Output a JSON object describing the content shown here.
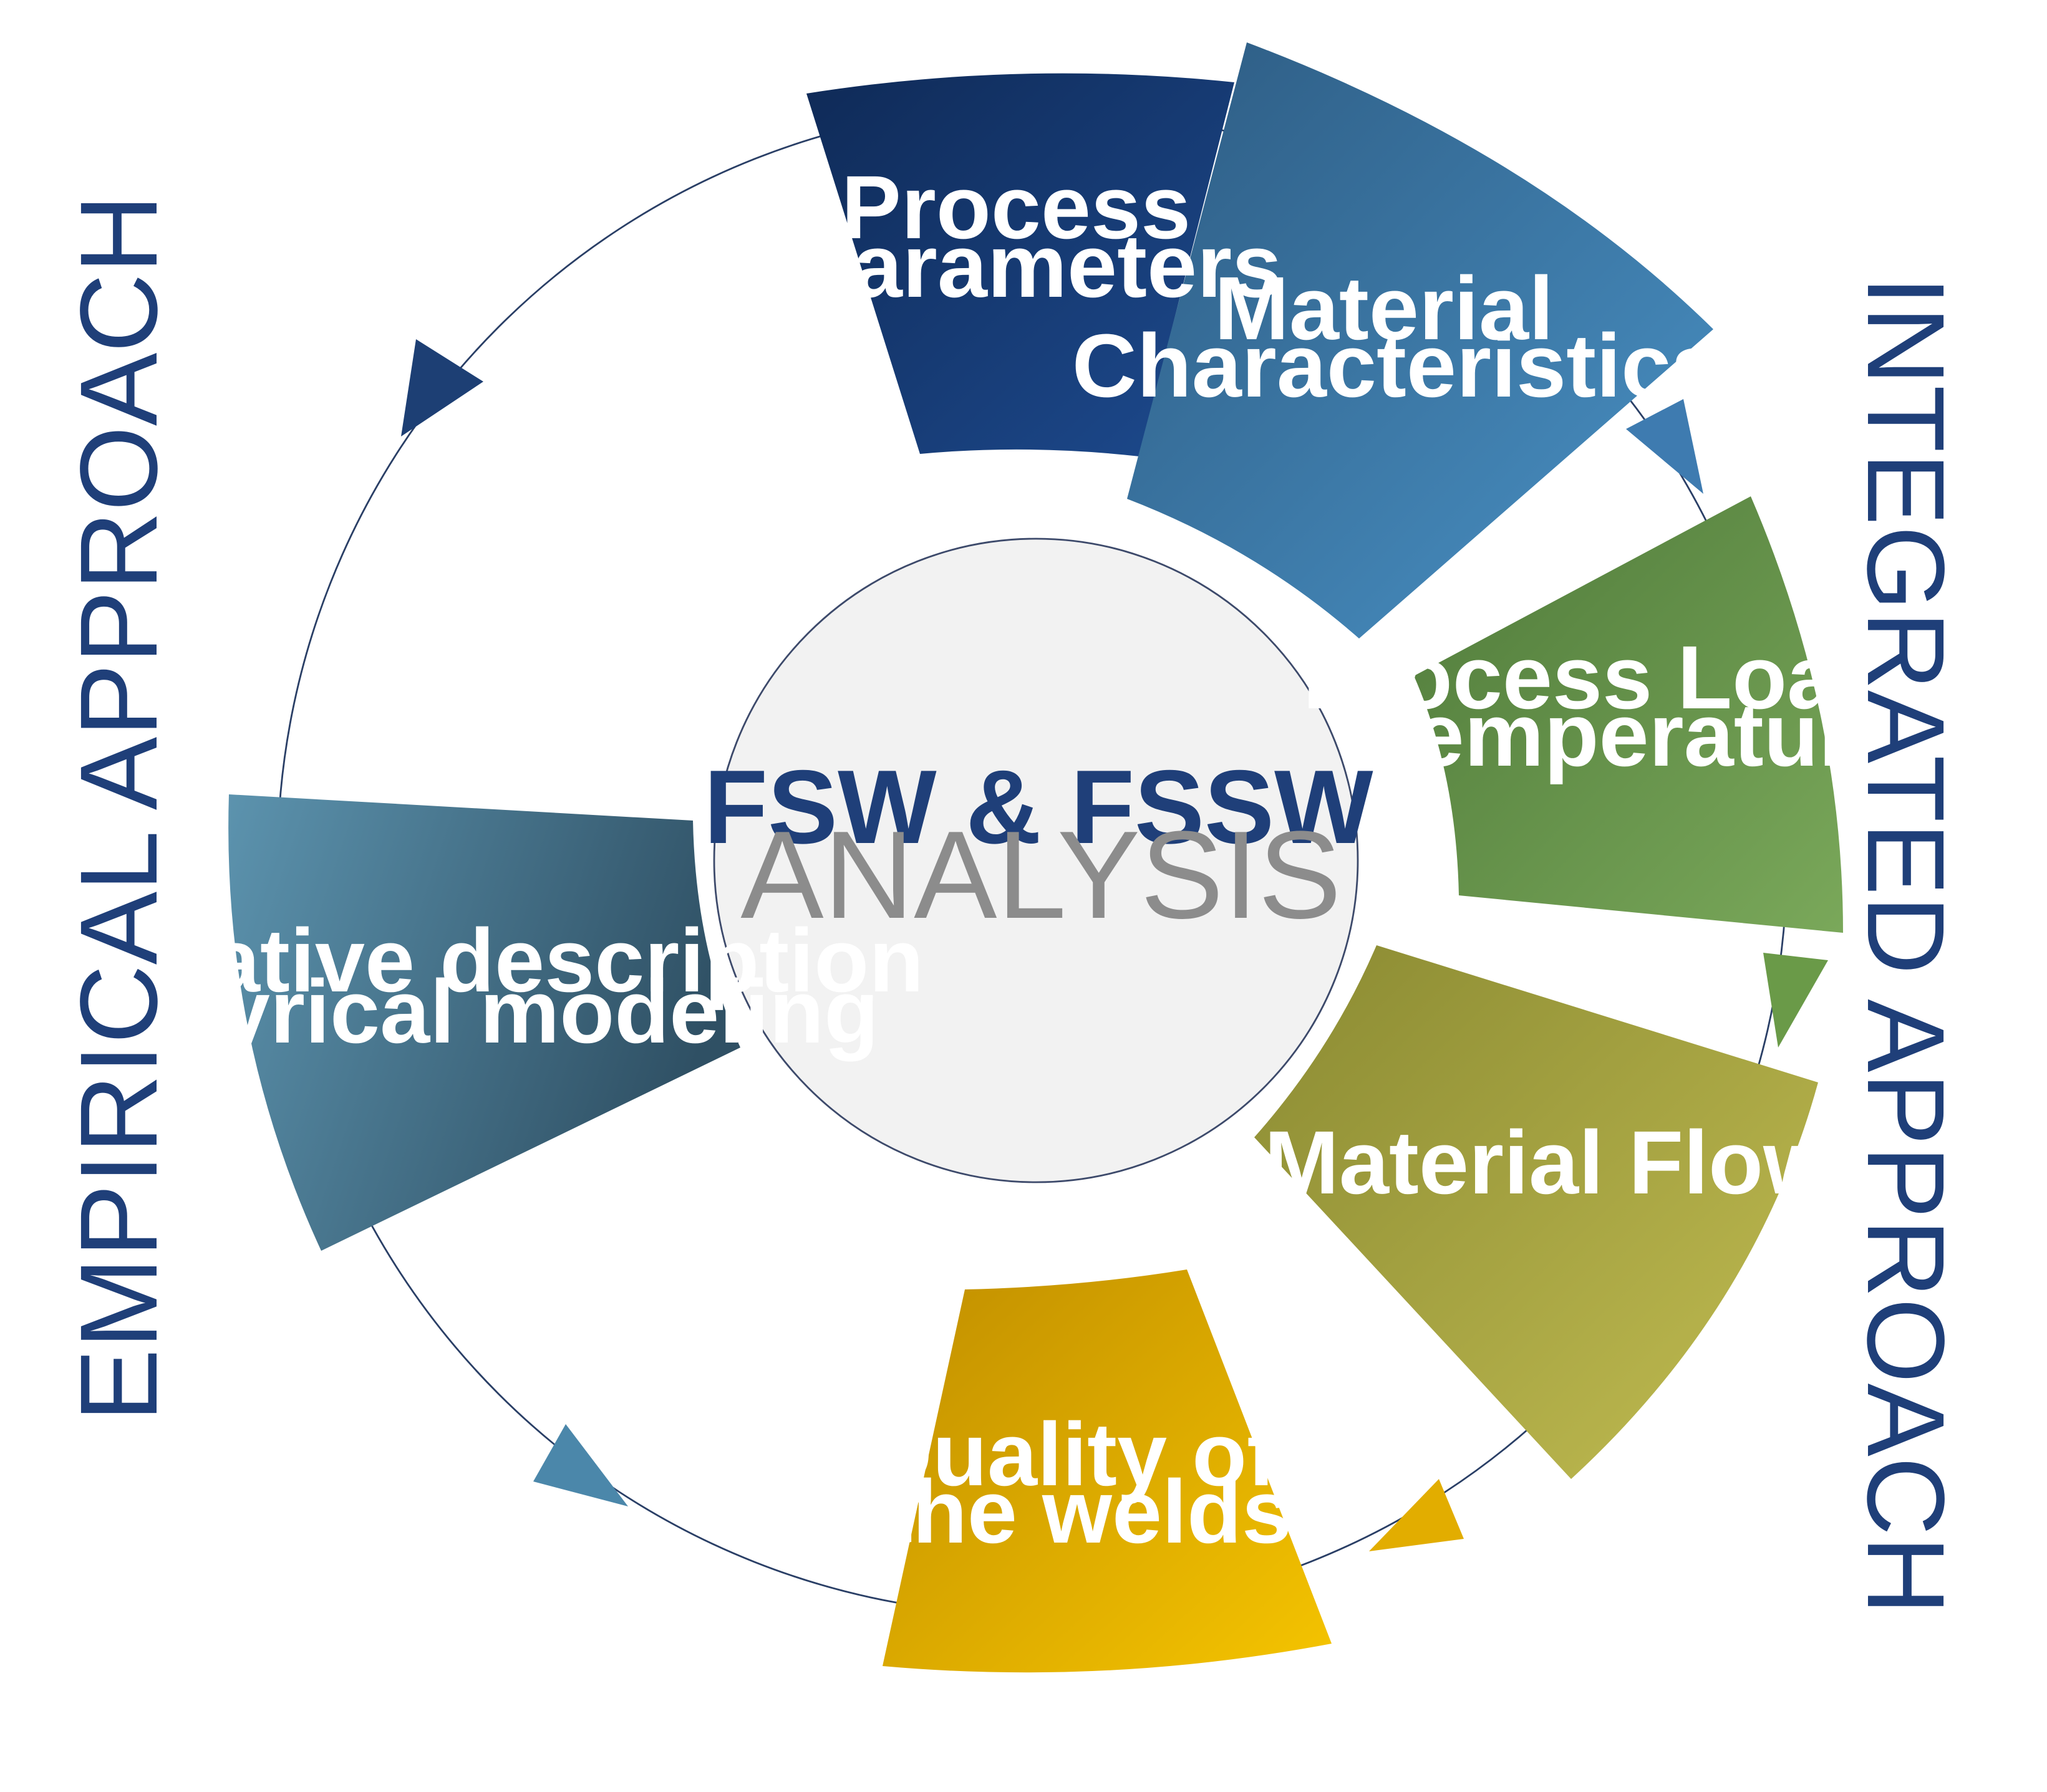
{
  "center": {
    "title": "FSW & FSSW",
    "subtitle": "ANALYSIS"
  },
  "side_labels": {
    "left": "EMPIRICAL APPROACH",
    "right": "INTEGRATED APPROACH"
  },
  "segments": [
    {
      "id": "process-parameters",
      "lines": [
        "Process",
        "parameters"
      ],
      "colors": [
        "#0f2a57",
        "#1d4a8e"
      ]
    },
    {
      "id": "material-characteristics",
      "lines": [
        "Material",
        "Characteristics"
      ],
      "colors": [
        "#2d5b82",
        "#4a93c7"
      ]
    },
    {
      "id": "process-loads",
      "lines": [
        "Process Loads",
        "Temperature"
      ],
      "colors": [
        "#4f7a3a",
        "#7aa85a"
      ]
    },
    {
      "id": "material-flow",
      "lines": [
        "Material Flow"
      ],
      "colors": [
        "#8a8a32",
        "#c2bd52"
      ]
    },
    {
      "id": "quality-of-welds",
      "lines": [
        "Quality of",
        "the welds"
      ],
      "colors": [
        "#c08e00",
        "#f5c400"
      ]
    },
    {
      "id": "qualitative-description",
      "lines": [
        "Qualitative description",
        "Empyrical modeling"
      ],
      "colors": [
        "#5c93ae",
        "#2f5064"
      ]
    }
  ],
  "arrows": [
    {
      "id": "arrow-top-left",
      "color": "#1d3f74"
    },
    {
      "id": "arrow-top-right",
      "color": "#3e7bb0"
    },
    {
      "id": "arrow-right",
      "color": "#6a9a48"
    },
    {
      "id": "arrow-bottom-right",
      "color": "#e2ad00"
    },
    {
      "id": "arrow-bottom-left",
      "color": "#4b87aa"
    }
  ],
  "colors": {
    "ring_line": "#2a3f66",
    "center_fill": "#f2f2f2",
    "center_stroke": "#3d4a6b"
  }
}
